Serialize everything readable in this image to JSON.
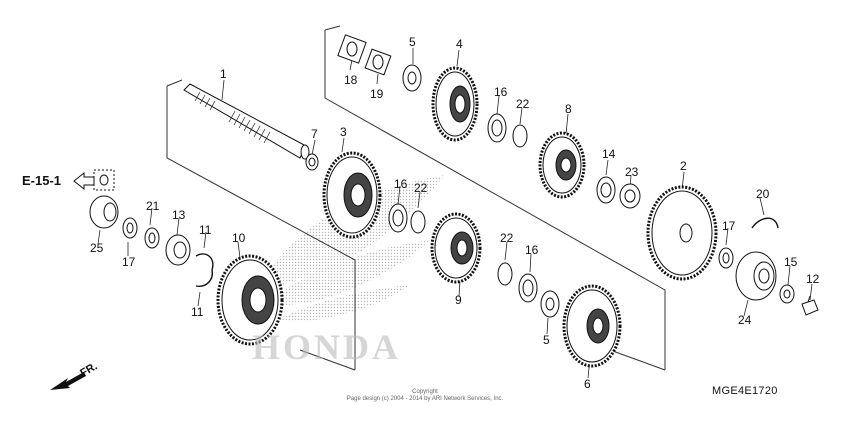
{
  "diagram": {
    "reference": "E-15-1",
    "direction_label": "FR.",
    "diagram_code": "MGE4E1720",
    "copyright_line1": "Copyright",
    "copyright_line2": "Page design (c) 2004 - 2014 by ARI Network Services, Inc.",
    "watermark_brand": "HONDA",
    "part_labels": [
      {
        "id": "1",
        "text": "1"
      },
      {
        "id": "2",
        "text": "2"
      },
      {
        "id": "3",
        "text": "3"
      },
      {
        "id": "4",
        "text": "4"
      },
      {
        "id": "5a",
        "text": "5"
      },
      {
        "id": "5b",
        "text": "5"
      },
      {
        "id": "6",
        "text": "6"
      },
      {
        "id": "7",
        "text": "7"
      },
      {
        "id": "8",
        "text": "8"
      },
      {
        "id": "9",
        "text": "9"
      },
      {
        "id": "10",
        "text": "10"
      },
      {
        "id": "11a",
        "text": "11"
      },
      {
        "id": "11b",
        "text": "11"
      },
      {
        "id": "12",
        "text": "12"
      },
      {
        "id": "13",
        "text": "13"
      },
      {
        "id": "14",
        "text": "14"
      },
      {
        "id": "15",
        "text": "15"
      },
      {
        "id": "16a",
        "text": "16"
      },
      {
        "id": "16b",
        "text": "16"
      },
      {
        "id": "16c",
        "text": "16"
      },
      {
        "id": "17a",
        "text": "17"
      },
      {
        "id": "17b",
        "text": "17"
      },
      {
        "id": "18",
        "text": "18"
      },
      {
        "id": "19",
        "text": "19"
      },
      {
        "id": "20",
        "text": "20"
      },
      {
        "id": "21",
        "text": "21"
      },
      {
        "id": "22a",
        "text": "22"
      },
      {
        "id": "22b",
        "text": "22"
      },
      {
        "id": "22c",
        "text": "22"
      },
      {
        "id": "23",
        "text": "23"
      },
      {
        "id": "24",
        "text": "24"
      },
      {
        "id": "25",
        "text": "25"
      }
    ]
  }
}
